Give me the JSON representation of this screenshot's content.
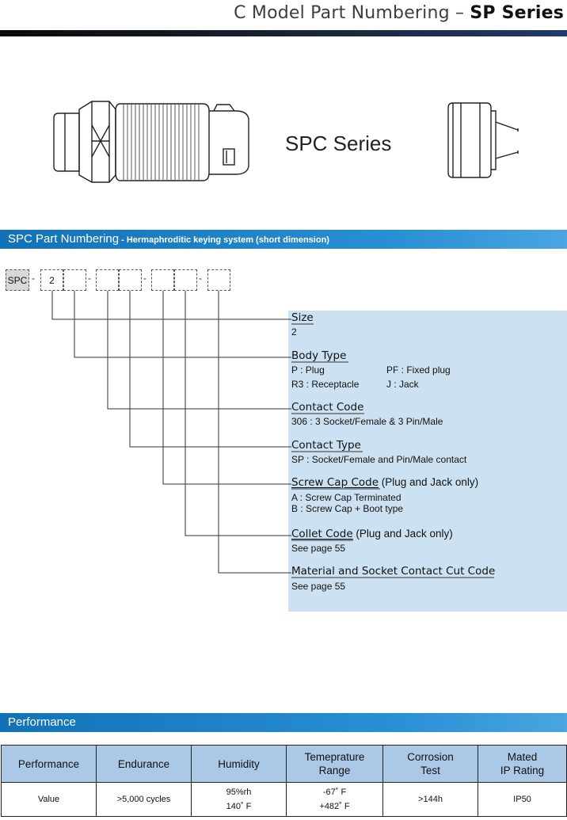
{
  "header": {
    "title_prefix": "C Model Part Numbering – ",
    "title_series": "SP Series"
  },
  "product": {
    "series_label": "SPC Series"
  },
  "part_numbering": {
    "section_title": "SPC Part Numbering",
    "section_subtitle": " - Hermaphroditic keying system (short dimension)",
    "code_boxes": [
      "SPC",
      "2",
      "",
      "",
      "",
      "",
      "",
      ""
    ],
    "separator": "-",
    "fields": {
      "size": {
        "title": "Size",
        "lines": [
          "2"
        ]
      },
      "body_type": {
        "title": "Body Type",
        "options": [
          "P : Plug",
          "PF : Fixed plug",
          "R3 : Receptacle",
          "J : Jack"
        ]
      },
      "contact_code": {
        "title": "Contact Code",
        "lines": [
          "306 : 3 Socket/Female & 3 Pin/Male"
        ]
      },
      "contact_type": {
        "title": "Contact Type",
        "lines": [
          "SP : Socket/Female and Pin/Male contact"
        ]
      },
      "screw_cap_code": {
        "title": "Screw Cap Code",
        "note": " (Plug and Jack only)",
        "lines": [
          "A : Screw Cap Terminated",
          "B : Screw Cap + Boot type"
        ]
      },
      "collet_code": {
        "title": "Collet Code",
        "note": " (Plug and Jack only)",
        "lines": [
          "See page 55"
        ]
      },
      "material_code": {
        "title": "Material and Socket Contact Cut Code",
        "lines": [
          "See page 55"
        ]
      }
    }
  },
  "performance": {
    "section_title": "Performance",
    "headers": [
      "Performance",
      "Endurance",
      "Humidity",
      "Temeprature\nRange",
      "Corrosion\nTest",
      "Mated\nIP Rating"
    ],
    "values": [
      "Value",
      ">5,000 cycles",
      "95%rh\n140˚ F",
      "-67˚ F\n+482˚ F",
      ">144h",
      "IP50"
    ]
  },
  "colors": {
    "section_bar": "#1f84c8",
    "panel": "#cce2f2",
    "table_header": "#abc9e6"
  }
}
